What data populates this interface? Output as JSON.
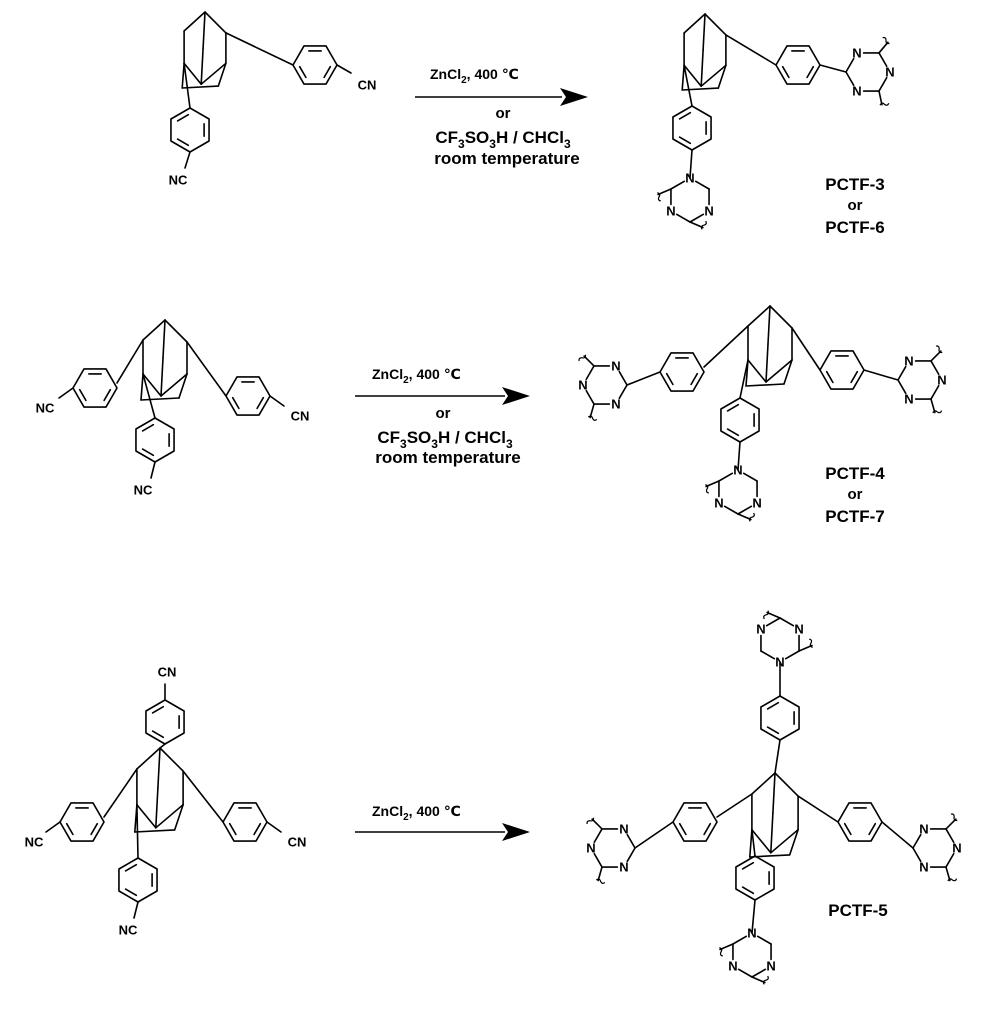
{
  "reactions": [
    {
      "id": "r1",
      "condition_main": "ZnCl",
      "condition_sub": "2",
      "condition_tail": ", 400 ℃",
      "or_label": "or",
      "alt_parts": [
        "CF",
        "3",
        "SO",
        "3",
        "H / CHCl",
        "3"
      ],
      "alt_line2": "room temperature",
      "product_line1": "PCTF-3",
      "product_or": "or",
      "product_line2": "PCTF-6"
    },
    {
      "id": "r2",
      "condition_main": "ZnCl",
      "condition_sub": "2",
      "condition_tail": ", 400 ℃",
      "or_label": "or",
      "alt_parts": [
        "CF",
        "3",
        "SO",
        "3",
        "H / CHCl",
        "3"
      ],
      "alt_line2": "room temperature",
      "product_line1": "PCTF-4",
      "product_or": "or",
      "product_line2": "PCTF-7"
    },
    {
      "id": "r3",
      "condition_main": "ZnCl",
      "condition_sub": "2",
      "condition_tail": ", 400 ℃",
      "product_line1": "PCTF-5"
    }
  ],
  "atoms": {
    "cyano": "CN",
    "cyano_left": "NC",
    "nitrogen": "N"
  }
}
